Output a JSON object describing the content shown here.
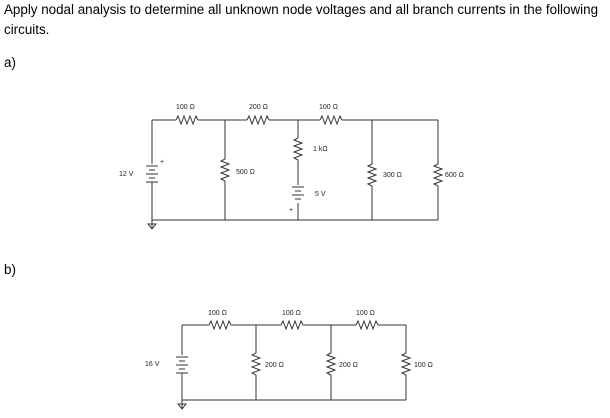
{
  "question": {
    "line1": "Apply nodal analysis to determine all unknown node voltages and all branch currents in the following",
    "line2": "circuits."
  },
  "part_a": {
    "label": "a)",
    "source_main": "12 V",
    "source_mid": "5 V",
    "r_top1": "100 Ω",
    "r_top2": "200 Ω",
    "r_top3": "100 Ω",
    "r_shunt1": "500 Ω",
    "r_mid": "1 kΩ",
    "r_shunt2": "300 Ω",
    "r_shunt3": "600 Ω"
  },
  "part_b": {
    "label": "b)",
    "source": "16 V",
    "r_top1": "100 Ω",
    "r_top2": "100 Ω",
    "r_top3": "100 Ω",
    "r_shunt1": "200 Ω",
    "r_shunt2": "200 Ω",
    "r_shunt3": "100 Ω"
  },
  "symbols": {
    "plus": "+"
  }
}
